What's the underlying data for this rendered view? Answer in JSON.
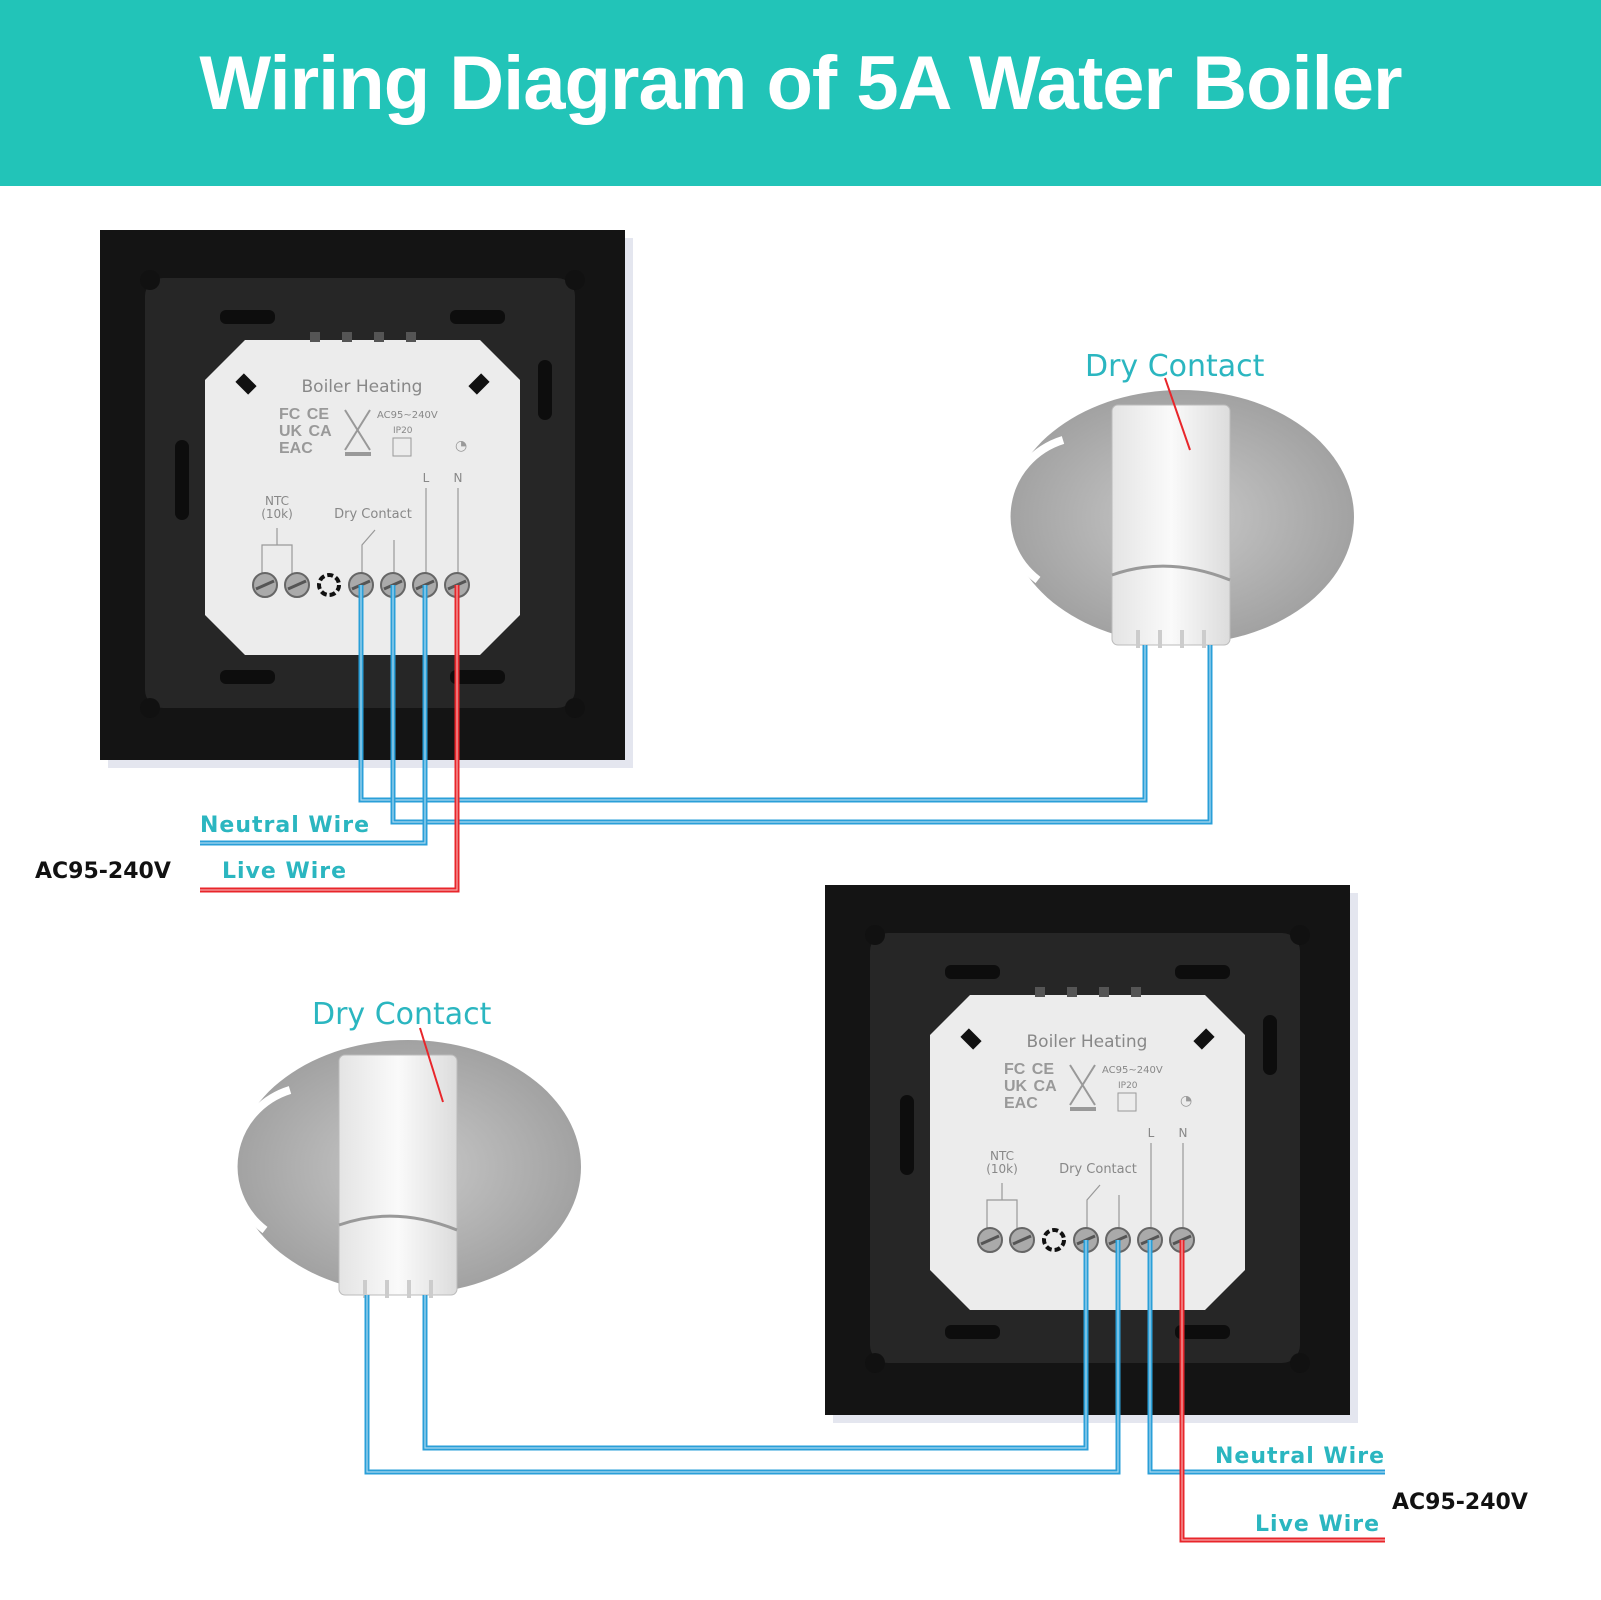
{
  "header": {
    "title": "Wiring Diagram of 5A Water Boiler",
    "background": "#22c4b8"
  },
  "colors": {
    "neutral_wire": "#2a9fd8",
    "live_wire": "#e8262b",
    "label": "#2bb6c0"
  },
  "module": {
    "title": "Boiler Heating",
    "voltage": "AC95~240V",
    "ip": "IP20",
    "ntc": "NTC",
    "ntc_value": "(10k)",
    "dry_contact": "Dry Contact",
    "l": "L",
    "n": "N",
    "cert": "FC CE UK CA EAC",
    "wifi_icon": "wifi-icon"
  },
  "diagram_top": {
    "neutral_label": "Neutral Wire",
    "live_label": "Live Wire",
    "supply": "AC95-240V",
    "boiler_label": "Dry Contact"
  },
  "diagram_bottom": {
    "neutral_label": "Neutral Wire",
    "live_label": "Live Wire",
    "supply": "AC95-240V",
    "boiler_label": "Dry Contact"
  }
}
